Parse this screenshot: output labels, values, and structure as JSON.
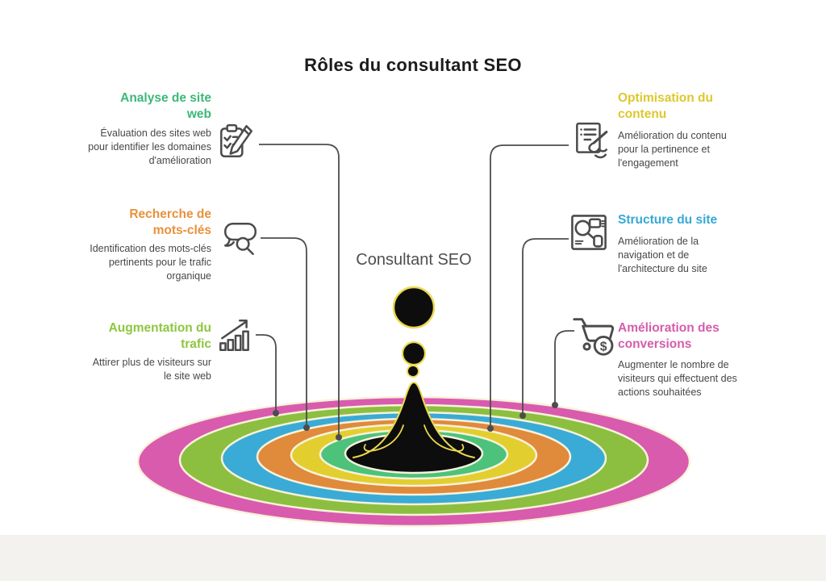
{
  "title": "Rôles du consultant SEO",
  "center_label": "Consultant SEO",
  "items": {
    "left": [
      {
        "heading": "Analyse de site web",
        "description": "Évaluation des sites web pour identifier les domaines d'amélioration",
        "color": "#3cb878",
        "icon": "clipboard-checklist-pencil-icon"
      },
      {
        "heading": "Recherche de mots-clés",
        "description": "Identification des mots-clés pertinents pour le trafic organique",
        "color": "#e8913c",
        "icon": "speech-bubble-magnifier-icon"
      },
      {
        "heading": "Augmentation du trafic",
        "description": "Attirer plus de visiteurs sur le site web",
        "color": "#8cc63f",
        "icon": "bar-chart-growth-icon"
      }
    ],
    "right": [
      {
        "heading": "Optimisation du contenu",
        "description": "Amélioration du contenu pour la pertinence et l'engagement",
        "color": "#ddc82d",
        "icon": "document-writing-hand-icon"
      },
      {
        "heading": "Structure du site",
        "description": "Amélioration de la navigation et de l'architecture du site",
        "color": "#35a9d4",
        "icon": "site-layout-icon"
      },
      {
        "heading": "Amélioration des conversions",
        "description": "Augmenter le nombre de visiteurs qui effectuent des actions souhaitées",
        "color": "#d55cad",
        "icon": "shopping-cart-dollar-icon"
      }
    ]
  },
  "ripple": {
    "gap_color": "#f7f2dc",
    "rings": {
      "pink": "#d95bae",
      "green": "#8cbf3f",
      "blue": "#3aabd6",
      "orange": "#e08a3c",
      "yellow": "#e3ce30",
      "teal": "#4cc27b",
      "black": "#0d0d0d"
    },
    "splash_color": "#0d0d0d",
    "splash_outline": "#edd94f"
  },
  "connector": {
    "color": "#4d4d4d"
  },
  "icons": {
    "cart_dollar_glyph": "$"
  }
}
